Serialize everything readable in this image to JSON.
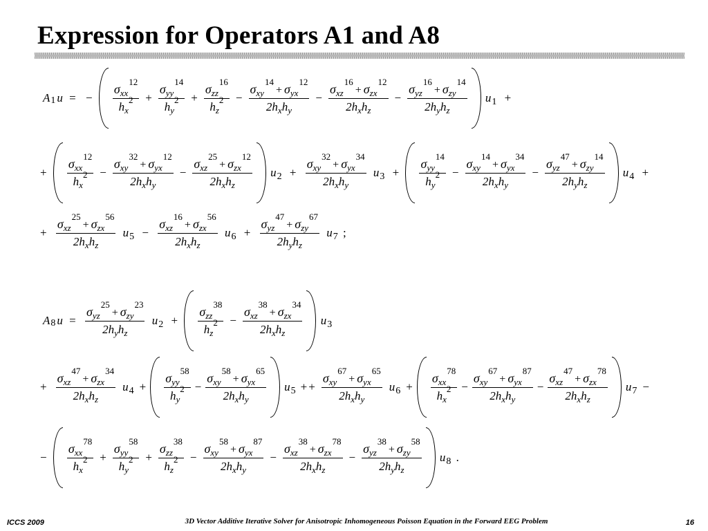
{
  "slide": {
    "title": "Expression for Operators A1 and A8"
  },
  "footer": {
    "left": "ICCS 2009",
    "center": "3D Vector Additive Iterative Solver for Anisotropic Inhomogeneous Poisson Equation in the Forward EEG Problem",
    "right": "16"
  },
  "symbols": {
    "sigma": "σ",
    "h": "h",
    "u": "u",
    "A": "A",
    "plus": "+",
    "minus": "−",
    "equals": "=",
    "two": "2",
    "two_h": "2h"
  },
  "operators": {
    "A1": {
      "lhs_op": "A",
      "lhs_index": "1",
      "lhs_var": "u",
      "line1": {
        "lead": "−",
        "t1": {
          "sup": "12",
          "sub": "xx",
          "hsub": "x"
        },
        "t2": {
          "sup": "14",
          "sub": "yy",
          "hsub": "y"
        },
        "t3": {
          "sup": "16",
          "sub": "zz",
          "hsub": "z"
        },
        "t4": {
          "sup1": "14",
          "sub1": "xy",
          "sup2": "12",
          "sub2": "yx",
          "h1": "x",
          "h2": "y"
        },
        "t5": {
          "sup1": "16",
          "sub1": "xz",
          "sup2": "12",
          "sub2": "zx",
          "h1": "x",
          "h2": "z"
        },
        "t6": {
          "sup1": "16",
          "sub1": "yz",
          "sup2": "14",
          "sub2": "zy",
          "h1": "y",
          "h2": "z"
        },
        "u_index": "1",
        "tail": "+"
      },
      "line2": {
        "lead": "+",
        "g1": {
          "t1": {
            "sup": "12",
            "sub": "xx",
            "hsub": "x"
          },
          "t2": {
            "sup1": "32",
            "sub1": "xy",
            "sup2": "12",
            "sub2": "yx",
            "h1": "x",
            "h2": "y"
          },
          "t3": {
            "sup1": "25",
            "sub1": "xz",
            "sup2": "12",
            "sub2": "zx",
            "h1": "x",
            "h2": "z"
          },
          "u_index": "2"
        },
        "g2": {
          "sup1": "32",
          "sub1": "xy",
          "sup2": "34",
          "sub2": "yx",
          "h1": "x",
          "h2": "y",
          "u_index": "3"
        },
        "g3": {
          "t1": {
            "sup": "14",
            "sub": "yy",
            "hsub": "y"
          },
          "t2": {
            "sup1": "14",
            "sub1": "xy",
            "sup2": "34",
            "sub2": "yx",
            "h1": "x",
            "h2": "y"
          },
          "t3": {
            "sup1": "47",
            "sub1": "yz",
            "sup2": "14",
            "sub2": "zy",
            "h1": "y",
            "h2": "z"
          },
          "u_index": "4"
        },
        "tail": "+"
      },
      "line3": {
        "lead": "+",
        "g1": {
          "sup1": "25",
          "sub1": "xz",
          "sup2": "56",
          "sub2": "zx",
          "h1": "x",
          "h2": "z",
          "u_index": "5"
        },
        "g2": {
          "sup1": "16",
          "sub1": "xz",
          "sup2": "56",
          "sub2": "zx",
          "h1": "x",
          "h2": "z",
          "u_index": "6"
        },
        "g3": {
          "sup1": "47",
          "sub1": "yz",
          "sup2": "67",
          "sub2": "zy",
          "h1": "y",
          "h2": "z",
          "u_index": "7"
        },
        "tail": ";"
      }
    },
    "A8": {
      "lhs_op": "A",
      "lhs_index": "8",
      "lhs_var": "u",
      "line1": {
        "g1": {
          "sup1": "25",
          "sub1": "yz",
          "sup2": "23",
          "sub2": "zy",
          "h1": "y",
          "h2": "z",
          "u_index": "2"
        },
        "g2": {
          "t1": {
            "sup": "38",
            "sub": "zz",
            "hsub": "z"
          },
          "t2": {
            "sup1": "38",
            "sub1": "xz",
            "sup2": "34",
            "sub2": "zx",
            "h1": "x",
            "h2": "z"
          },
          "u_index": "3"
        }
      },
      "line2": {
        "lead": "+",
        "g1": {
          "sup1": "47",
          "sub1": "xz",
          "sup2": "34",
          "sub2": "zx",
          "h1": "x",
          "h2": "z",
          "u_index": "4"
        },
        "g2": {
          "t1": {
            "sup": "58",
            "sub": "yy",
            "hsub": "y"
          },
          "t2": {
            "sup1": "58",
            "sub1": "xy",
            "sup2": "65",
            "sub2": "yx",
            "h1": "x",
            "h2": "y"
          },
          "u_index": "5"
        },
        "g3": {
          "sup1": "67",
          "sub1": "xy",
          "sup2": "65",
          "sub2": "yx",
          "h1": "x",
          "h2": "y",
          "u_index": "6"
        },
        "g4": {
          "t1": {
            "sup": "78",
            "sub": "xx",
            "hsub": "x"
          },
          "t2": {
            "sup1": "67",
            "sub1": "xy",
            "sup2": "87",
            "sub2": "yx",
            "h1": "x",
            "h2": "y"
          },
          "t3": {
            "sup1": "47",
            "sub1": "xz",
            "sup2": "78",
            "sub2": "zx",
            "h1": "x",
            "h2": "z"
          },
          "u_index": "7"
        },
        "tail": "−"
      },
      "line3": {
        "lead": "−",
        "t1": {
          "sup": "78",
          "sub": "xx",
          "hsub": "x"
        },
        "t2": {
          "sup": "58",
          "sub": "yy",
          "hsub": "y"
        },
        "t3": {
          "sup": "38",
          "sub": "zz",
          "hsub": "z"
        },
        "t4": {
          "sup1": "58",
          "sub1": "xy",
          "sup2": "87",
          "sub2": "yx",
          "h1": "x",
          "h2": "y"
        },
        "t5": {
          "sup1": "38",
          "sub1": "xz",
          "sup2": "78",
          "sub2": "zx",
          "h1": "x",
          "h2": "z"
        },
        "t6": {
          "sup1": "38",
          "sub1": "yz",
          "sup2": "58",
          "sub2": "zy",
          "h1": "y",
          "h2": "z"
        },
        "u_index": "8",
        "tail": "."
      }
    }
  }
}
